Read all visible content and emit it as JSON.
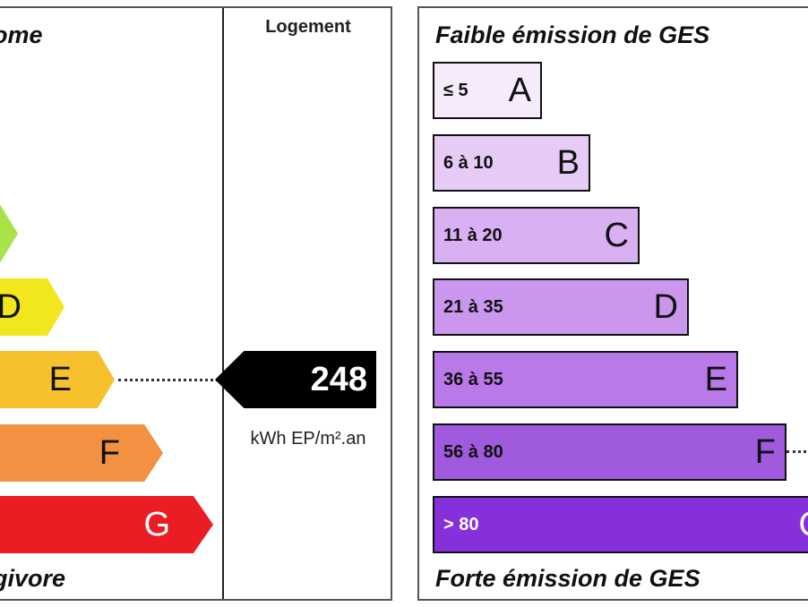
{
  "energy": {
    "top_heading": "ome",
    "bottom_heading": "givore",
    "column_title": "Logement",
    "classes": [
      {
        "letter": "",
        "color": "#a8e34a"
      },
      {
        "letter": "D",
        "color": "#f2e61e"
      },
      {
        "letter": "E",
        "color": "#f7c12e"
      },
      {
        "letter": "F",
        "color": "#f29142"
      },
      {
        "letter": "G",
        "color": "#ea1c24"
      }
    ],
    "value": "248",
    "unit": "kWh EP/m².an",
    "current_class": "E"
  },
  "ghg": {
    "top_heading": "Faible émission de GES",
    "bottom_heading": "Forte émission de GES",
    "classes": [
      {
        "range": "≤ 5",
        "letter": "A",
        "color": "#f5ebfb"
      },
      {
        "range": "6 à 10",
        "letter": "B",
        "color": "#e5cbf6"
      },
      {
        "range": "11 à 20",
        "letter": "C",
        "color": "#d9b1f2"
      },
      {
        "range": "21 à 35",
        "letter": "D",
        "color": "#cb97ee"
      },
      {
        "range": "36 à 55",
        "letter": "E",
        "color": "#ba79e8"
      },
      {
        "range": "56 à 80",
        "letter": "F",
        "color": "#a05ade"
      },
      {
        "range": "> 80",
        "letter": "G",
        "color": "#8630db"
      }
    ],
    "current_class": "F"
  }
}
